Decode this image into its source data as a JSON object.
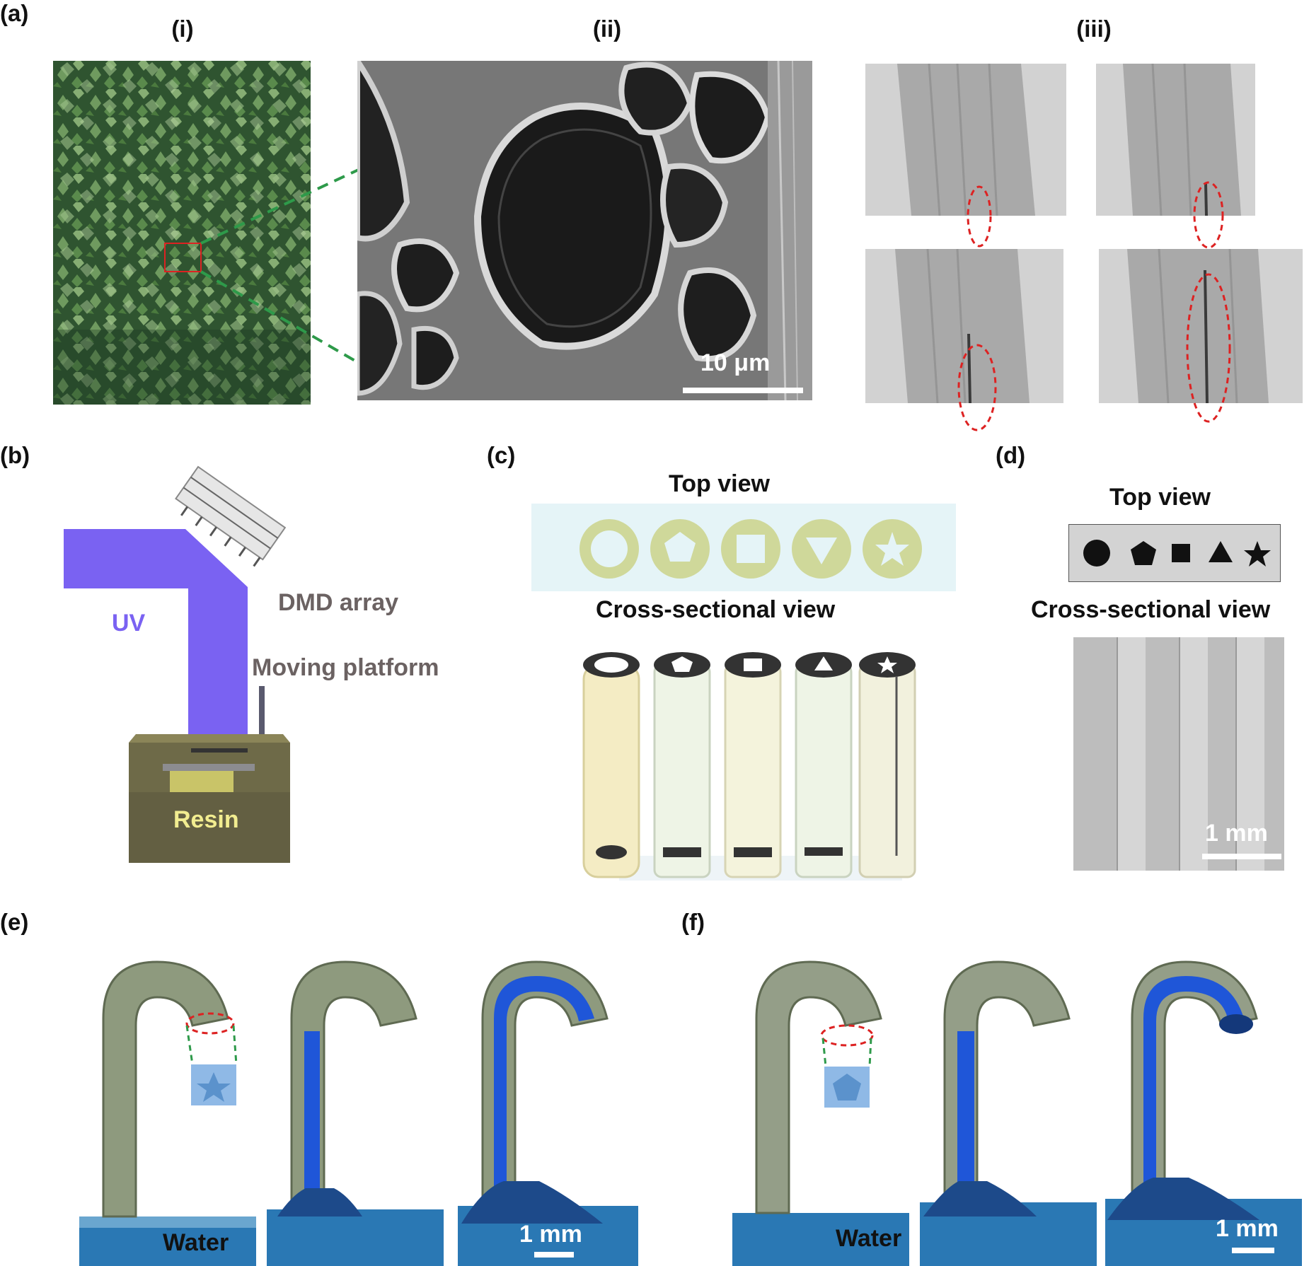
{
  "panels": {
    "a": {
      "label": "(a)",
      "sub_i": "(i)",
      "sub_ii": "(ii)",
      "sub_iii": "(iii)",
      "scale": "10 μm"
    },
    "b": {
      "label": "(b)",
      "uv": "UV",
      "dmd": "DMD array",
      "platform": "Moving platform",
      "resin": "Resin"
    },
    "c": {
      "label": "(c)",
      "top_view": "Top view",
      "cross_view": "Cross-sectional view"
    },
    "d": {
      "label": "(d)",
      "top_view": "Top view",
      "cross_view": "Cross-sectional view",
      "scale": "1 mm"
    },
    "e": {
      "label": "(e)",
      "water": "Water",
      "scale": "1 mm"
    },
    "f": {
      "label": "(f)",
      "water": "Water",
      "scale": "1 mm"
    }
  },
  "colors": {
    "uv_beam": "#7a62f2",
    "dye_blue": "#1f56d8",
    "water": "#2a78b4",
    "leaf_green": "#3c6a3a",
    "ring_fill": "#cfd89a"
  }
}
